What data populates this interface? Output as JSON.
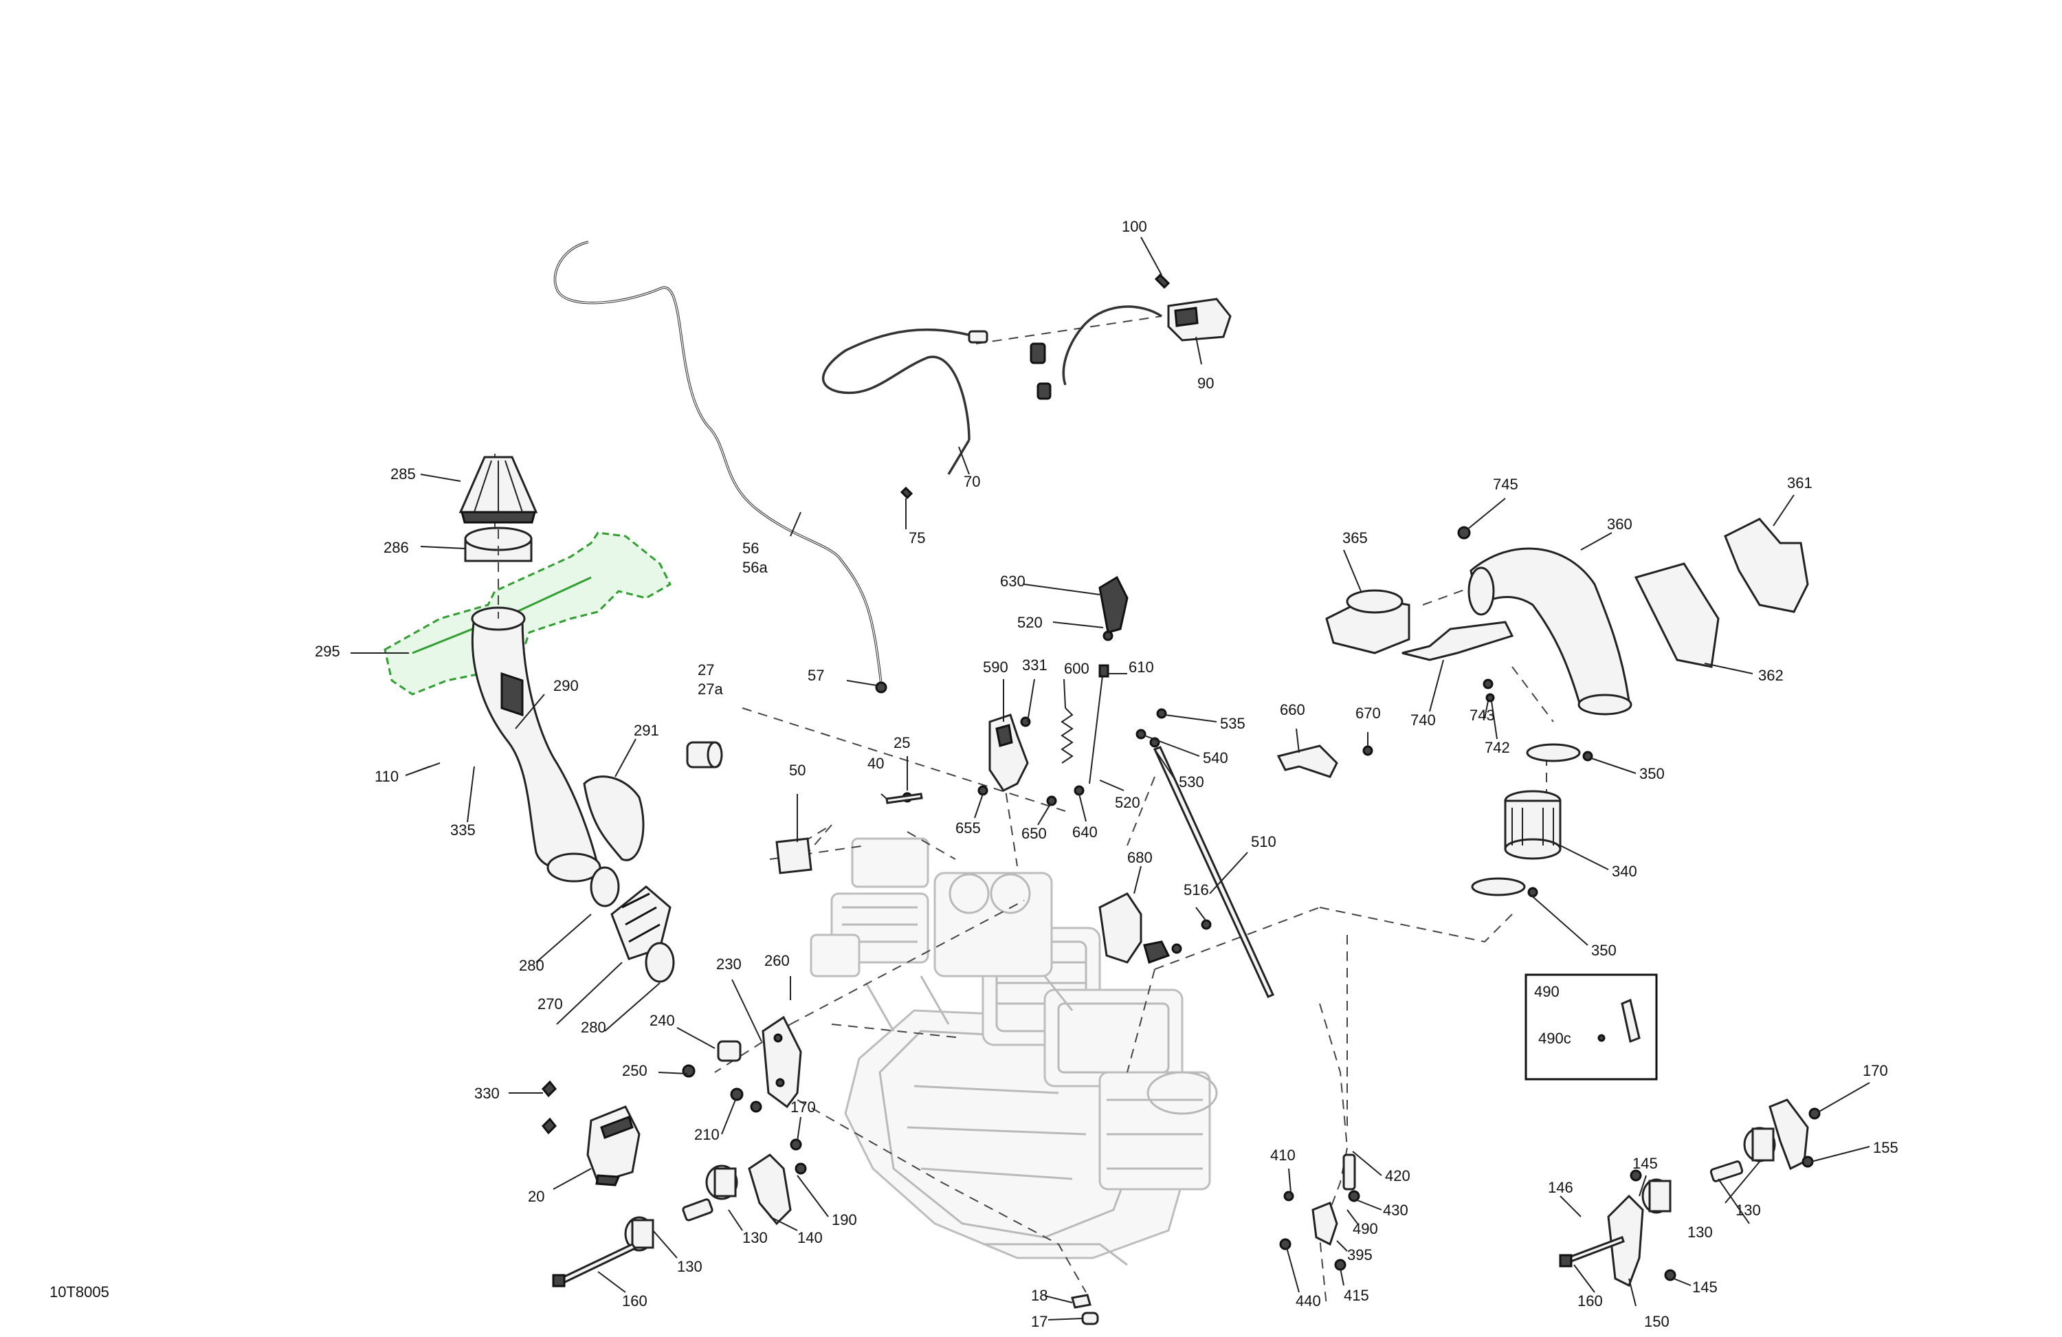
{
  "drawing_id": "10T8005",
  "labels": {
    "l100": "100",
    "l90": "90",
    "l70": "70",
    "l75": "75",
    "l56": "56",
    "l56a": "56a",
    "l57": "57",
    "l285": "285",
    "l286": "286",
    "l295": "295",
    "l290": "290",
    "l291": "291",
    "l110": "110",
    "l335": "335",
    "l27": "27",
    "l27a": "27a",
    "l50": "50",
    "l40": "40",
    "l25": "25",
    "l630": "630",
    "l520a": "520",
    "l590": "590",
    "l331": "331",
    "l600": "600",
    "l610": "610",
    "l535": "535",
    "l540": "540",
    "l530": "530",
    "l520b": "520",
    "l655": "655",
    "l650": "650",
    "l640": "640",
    "l660": "660",
    "l670": "670",
    "l745": "745",
    "l365": "365",
    "l360": "360",
    "l361": "361",
    "l362": "362",
    "l740": "740",
    "l743": "743",
    "l742": "742",
    "l350a": "350",
    "l340": "340",
    "l350b": "350",
    "l510": "510",
    "l680": "680",
    "l516": "516",
    "l280a": "280",
    "l270": "270",
    "l280b": "280",
    "l230": "230",
    "l260": "260",
    "l240": "240",
    "l250": "250",
    "l330": "330",
    "l210": "210",
    "l170a": "170",
    "l20": "20",
    "l190": "190",
    "l140": "140",
    "l130a": "130",
    "l130b": "130",
    "l160a": "160",
    "l18": "18",
    "l17": "17",
    "l410": "410",
    "l420": "420",
    "l430": "430",
    "l490": "490",
    "l395": "395",
    "l440": "440",
    "l415": "415",
    "l490box": "490",
    "l490c": "490c",
    "l170b": "170",
    "l155": "155",
    "l145a": "145",
    "l146": "146",
    "l130c": "130",
    "l130d": "130",
    "l160b": "160",
    "l150": "150",
    "l145b": "145"
  },
  "highlight_color": "#2fa02f"
}
